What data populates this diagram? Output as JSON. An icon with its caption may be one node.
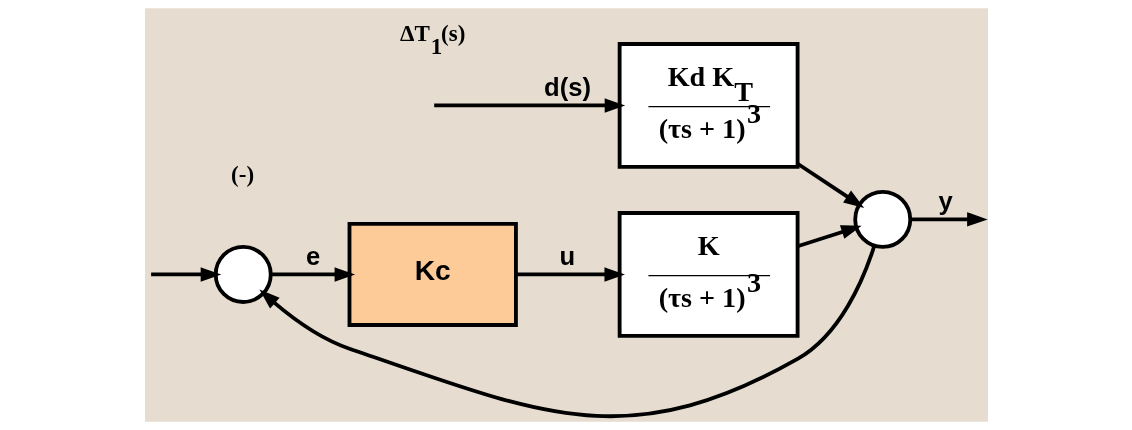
{
  "diagram": {
    "nodes": [
      {
        "text": [],
        "shape": "circle"
      },
      {
        "text": [
          "Kc"
        ]
      },
      {
        "text": [
          "K",
          "(τs + 1)$^{3}$"
        ]
      },
      {
        "text": [
          "Kd K$_{T}$",
          "(τs + 1)$^{3}$"
        ]
      },
      {
        "text": [],
        "shape": "circle"
      }
    ],
    "edges": [
      {
        "from": null,
        "to": 0,
        "arrow": "to"
      },
      {
        "from": 0,
        "to": 1,
        "arrow": "to",
        "label": "e"
      },
      {
        "from": 1,
        "to": 2,
        "arrow": "to",
        "label": "u"
      },
      {
        "from": 2,
        "to": 4,
        "arrow": "to"
      },
      {
        "from": null,
        "to": 3,
        "arrow": "to",
        "label": "d(s)"
      },
      {
        "from": 3,
        "to": 4,
        "arrow": "to"
      },
      {
        "from": 4,
        "to": null,
        "arrow": "to",
        "label": "y"
      },
      {
        "from": 4,
        "to": 0,
        "arrow": "to"
      }
    ],
    "labels": [
      "ΔT$_{1}$(s)",
      "(-)"
    ]
  }
}
